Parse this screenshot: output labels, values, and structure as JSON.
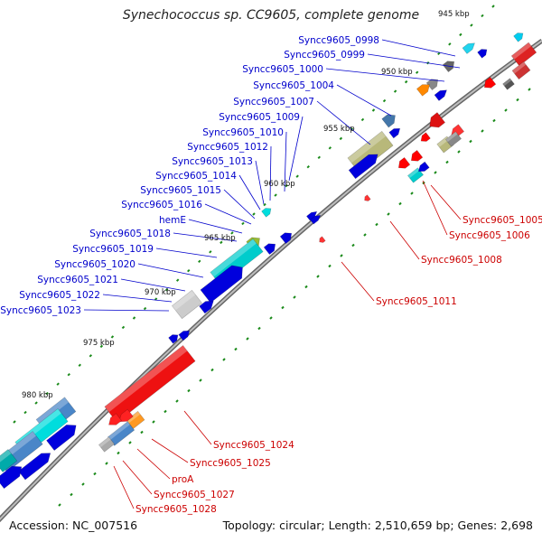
{
  "title": "Synechococcus sp. CC9605, complete genome",
  "footer": {
    "accession": "Accession: NC_007516",
    "summary": "Topology: circular; Length: 2,510,659 bp; Genes: 2,698"
  },
  "colors": {
    "forward_label": "#0000cc",
    "reverse_label": "#cc0000",
    "backbone": "#8a8a8a",
    "tick": "#1a8a1a"
  },
  "kbp_labels": [
    "945 kbp",
    "950 kbp",
    "955 kbp",
    "960 kbp",
    "965 kbp",
    "970 kbp",
    "975 kbp",
    "980 kbp"
  ],
  "forward_genes": [
    "Syncc9605_0998",
    "Syncc9605_0999",
    "Syncc9605_1000",
    "Syncc9605_1004",
    "Syncc9605_1007",
    "Syncc9605_1009",
    "Syncc9605_1010",
    "Syncc9605_1012",
    "Syncc9605_1013",
    "Syncc9605_1014",
    "Syncc9605_1015",
    "Syncc9605_1016",
    "hemE",
    "Syncc9605_1018",
    "Syncc9605_1019",
    "Syncc9605_1020",
    "Syncc9605_1021",
    "Syncc9605_1022",
    "Syncc9605_1023"
  ],
  "reverse_genes": [
    "Syncc9605_1005",
    "Syncc9605_1006",
    "Syncc9605_1008",
    "Syncc9605_1011",
    "Syncc9605_1024",
    "Syncc9605_1025",
    "proA",
    "Syncc9605_1027",
    "Syncc9605_1028"
  ]
}
